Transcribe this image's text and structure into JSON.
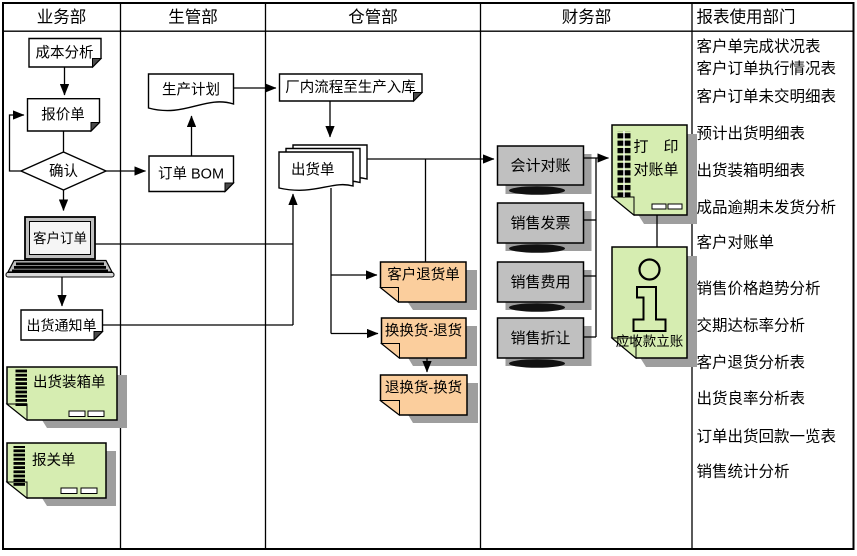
{
  "lanes": [
    "业务部",
    "生管部",
    "仓管部",
    "财务部",
    "报表使用部门"
  ],
  "nodes": {
    "cost_analysis": "成本分析",
    "quotation": "报价单",
    "confirm": "确认",
    "customer_order": "客户订单",
    "shipping_notice": "出货通知单",
    "packing_list": "出货装箱单",
    "customs_declaration": "报关单",
    "production_plan": "生产计划",
    "order_bom": "订单 BOM",
    "factory_process": "厂内流程至生产入库",
    "shipping_order": "出货单",
    "customer_return": "客户退货单",
    "exchange_return": "换换货-退货",
    "return_exchange": "退换货-换货",
    "accounting_reconciliation": "会计对账",
    "sales_invoice": "销售发票",
    "sales_expense": "销售费用",
    "sales_allowance": "销售折让",
    "print_statement_line1": "打　印",
    "print_statement_line2": "对账单",
    "receivable_posting": "应收款立账"
  },
  "reports": [
    "客户单完成状况表",
    "客户订单执行情况表",
    "客户订单未交明细表",
    "预计出货明细表",
    "出货装箱明细表",
    "成品逾期未发货分析",
    "客户对账单",
    "销售价格趋势分析",
    "交期达标率分析",
    "客户退货分析表",
    "出货良率分析表",
    "订单出货回款一览表",
    "销售统计分析"
  ],
  "colors": {
    "note_green": "#d6edb1",
    "note_orange": "#fbce9d",
    "box_gray": "#c0c0c0",
    "shadow": "#9e9e9e"
  }
}
